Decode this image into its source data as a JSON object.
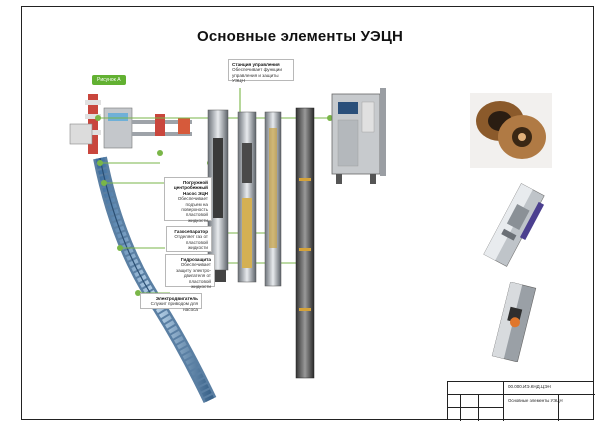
{
  "page": {
    "title": "Основные элементы УЭЦН",
    "figure_badge": "Рисунок А"
  },
  "callouts": [
    {
      "title": "Станция управления",
      "body": "Обеспечивает функции управления и защиты УЭЦН"
    },
    {
      "title": "Погружной центробежный Насос ЭЦН",
      "body": "Обеспечивает подъем на поверхность пластовой жидкости"
    },
    {
      "title": "Газосепаратор",
      "body": "Отделяет газ от пластовой жидкости"
    },
    {
      "title": "Гидрозащита",
      "body": "Обеспечивает защиту электро-двигателя от пластовой жидкости"
    },
    {
      "title": "Электродвигатель",
      "body": "Служит приводом для насоса"
    }
  ],
  "title_block": {
    "code": "00.000.ИЭ.КНД.ЦЭН",
    "name": "Основные элементы УЭЦН"
  },
  "colors": {
    "accent_green": "#7ab648",
    "badge_green": "#62b132",
    "frame": "#222222",
    "steel": "#9aa0a8",
    "copper": "#b07a44"
  }
}
